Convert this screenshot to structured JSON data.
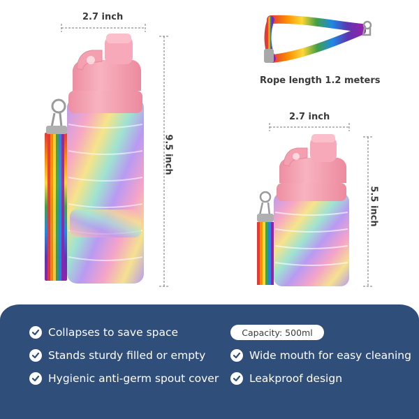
{
  "dimensions": {
    "large_width": "2.7 inch",
    "large_height": "9.5 inch",
    "small_width": "2.7 inch",
    "small_height": "5.5 inch"
  },
  "rope_caption": "Rope length 1.2 meters",
  "capacity_badge": "Capacity: 500ml",
  "features": {
    "left": [
      "Collapses to save space",
      "Stands sturdy filled or empty",
      "Hygienic anti-germ spout cover"
    ],
    "right": [
      "Wide mouth for easy cleaning",
      "Leakproof design"
    ]
  },
  "colors": {
    "panel": "#304e7a",
    "lid_pink": "#f4a0b0",
    "check": "#ffffff"
  }
}
